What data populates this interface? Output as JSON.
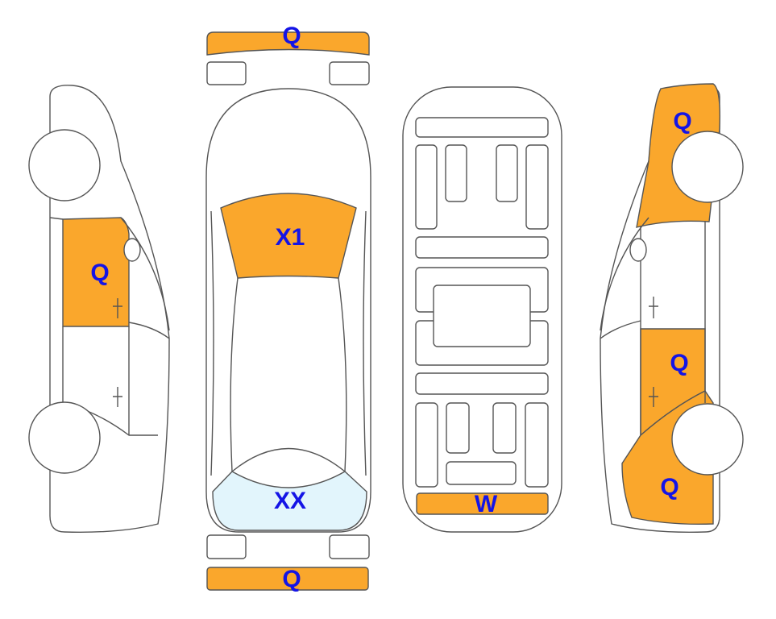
{
  "colors": {
    "damage": "#FAA72C",
    "glass": "#E2F5FC",
    "label": "#1414E6",
    "outline": "#555555"
  },
  "markers": {
    "front_bumper": "Q",
    "windshield": "X1",
    "rear_window": "XX",
    "rear_bumper": "Q",
    "underbody_rear": "W",
    "left_front_door": "Q",
    "right_front_fender": "Q",
    "right_rear_door": "Q",
    "right_rear_quarter": "Q"
  }
}
